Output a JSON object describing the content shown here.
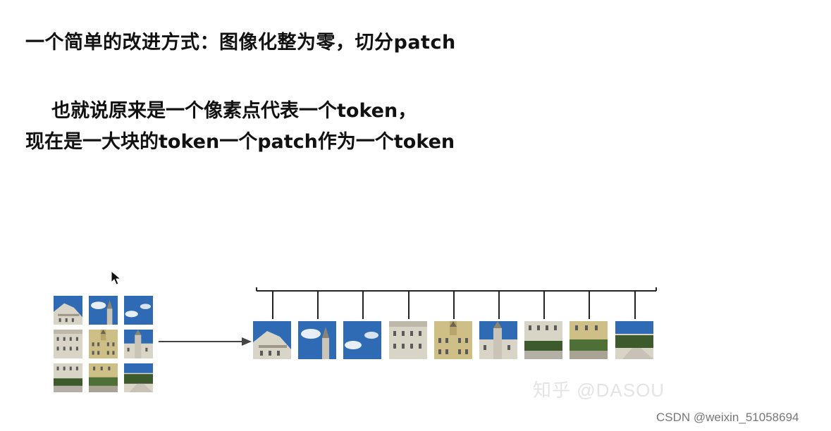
{
  "heading": "一个简单的改进方式：图像化整为零，切分patch",
  "description": {
    "line1": "也就说原来是一个像素点代表一个token，",
    "line2": "现在是一大块的token一个patch作为一个token"
  },
  "diagram": {
    "grid_patches": [
      {
        "icon": "building-roof-patch-icon"
      },
      {
        "icon": "sky-tower-patch-icon"
      },
      {
        "icon": "blue-sky-patch-icon"
      },
      {
        "icon": "building-windows-patch-icon"
      },
      {
        "icon": "building-facade-patch-icon"
      },
      {
        "icon": "tower-facade-patch-icon"
      },
      {
        "icon": "street-hedge-patch-icon"
      },
      {
        "icon": "street-lawn-patch-icon"
      },
      {
        "icon": "street-path-patch-icon"
      }
    ],
    "arrow_icon": "right-arrow-icon",
    "cursor_icon": "mouse-pointer-icon"
  },
  "colors": {
    "sky": "#2f6bb5",
    "building": "#d8d4c6",
    "facade_yellow": "#cdbf86",
    "hedge": "#3c5a2c",
    "ground": "#b5b0a5"
  },
  "watermark": "知乎 @DASOU",
  "credit": "CSDN @weixin_51058694"
}
